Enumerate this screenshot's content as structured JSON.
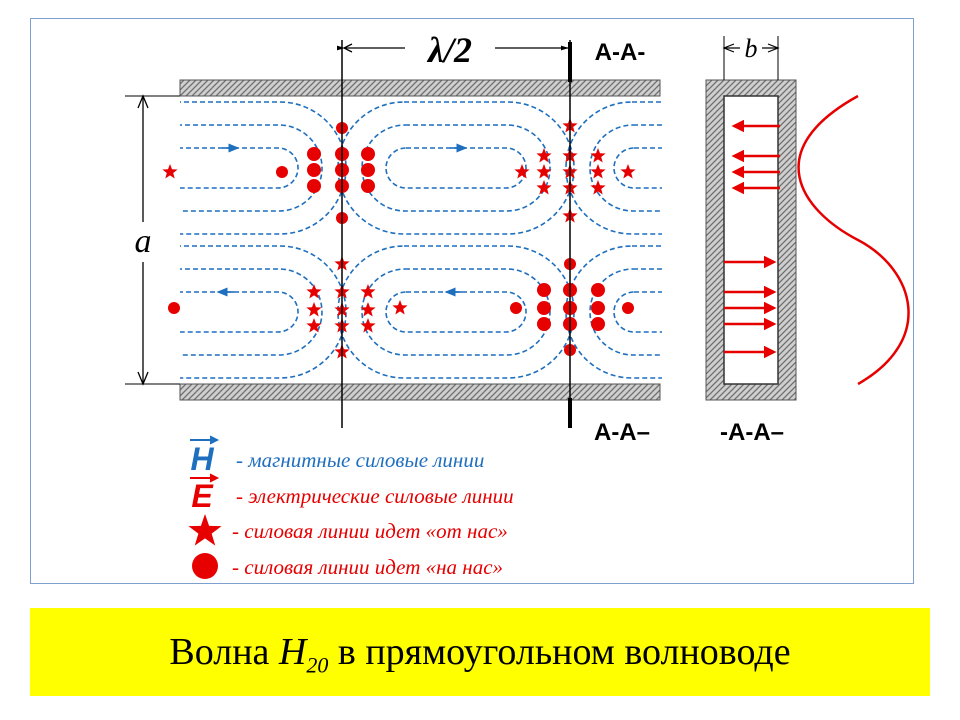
{
  "diagram": {
    "half_wavelength_label": "λ/2",
    "section_label_top": "A-A-",
    "section_label_bottom": "A-A–",
    "section_label_side": "-A-A–",
    "dim_a_label": "a",
    "dim_b_label": "b"
  },
  "legend": {
    "items": [
      {
        "symbol": "H",
        "text": "- магнитные силовые линии",
        "color": "#1f6fbf"
      },
      {
        "symbol": "E",
        "text": "- электрические силовые линии",
        "color": "#e60000"
      },
      {
        "symbol": "star",
        "text": "- силовая линии идет «от нас»",
        "color": "#e60000"
      },
      {
        "symbol": "dot",
        "text": "- силовая линии идет «на нас»",
        "color": "#e60000"
      }
    ]
  },
  "title": {
    "prefix": "Волна ",
    "mode_letter": "H",
    "mode_index": "20",
    "suffix": " в прямоугольном волноводе"
  },
  "colors": {
    "magnetic": "#1f6fbf",
    "electric": "#e60000",
    "banner": "#ffff00"
  }
}
